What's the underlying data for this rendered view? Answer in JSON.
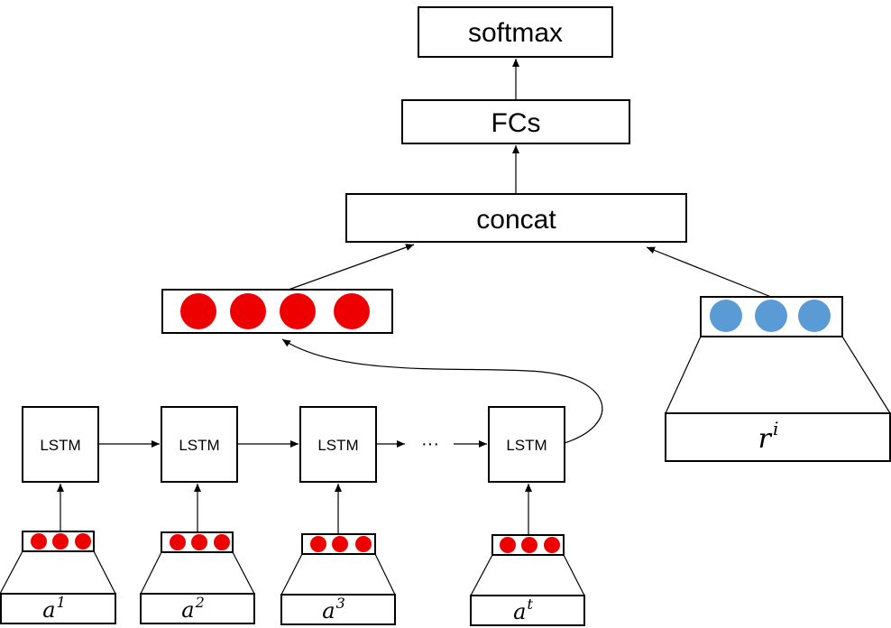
{
  "nodes": {
    "softmax": "softmax",
    "fcs": "FCs",
    "concat": "concat"
  },
  "lstm_label": "LSTM",
  "ellipsis": "···",
  "inputs": [
    {
      "base": "a",
      "sup": "1"
    },
    {
      "base": "a",
      "sup": "2"
    },
    {
      "base": "a",
      "sup": "3"
    },
    {
      "base": "a",
      "sup": "t"
    }
  ],
  "right_input": {
    "base": "r",
    "sup": "i"
  },
  "colors": {
    "lstm_dots": "#ee0000",
    "right_dots": "#5b9bd5",
    "stroke": "#000000"
  }
}
